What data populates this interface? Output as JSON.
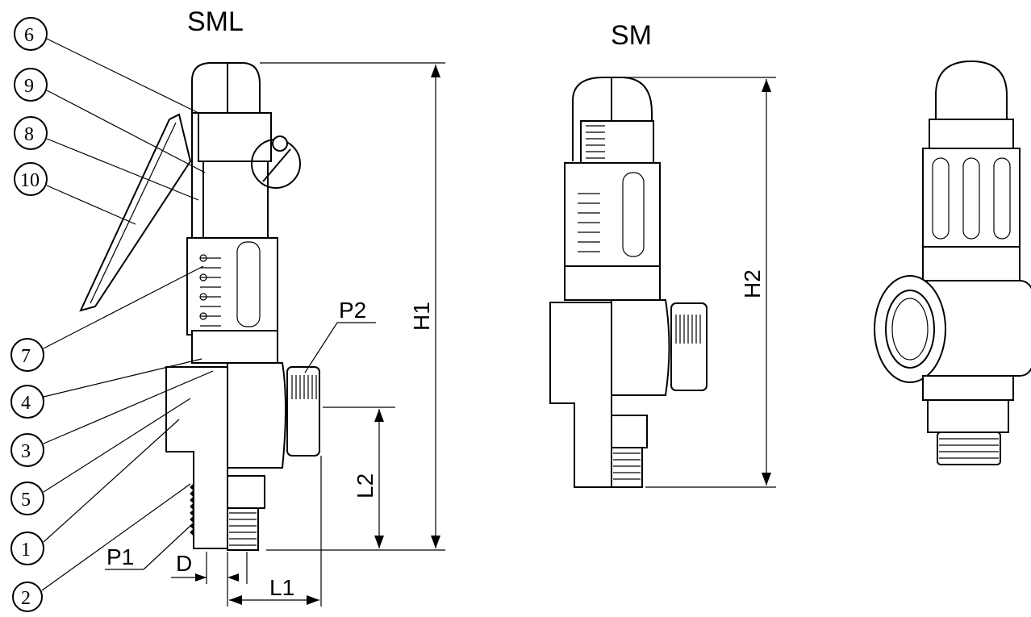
{
  "titles": {
    "sml": "SML",
    "sm": "SM"
  },
  "callouts": [
    "6",
    "9",
    "8",
    "10",
    "7",
    "4",
    "3",
    "5",
    "1",
    "2"
  ],
  "dimensions": {
    "h1": "H1",
    "h2": "H2",
    "l1": "L1",
    "l2": "L2",
    "d": "D",
    "p1": "P1",
    "p2": "P2"
  }
}
